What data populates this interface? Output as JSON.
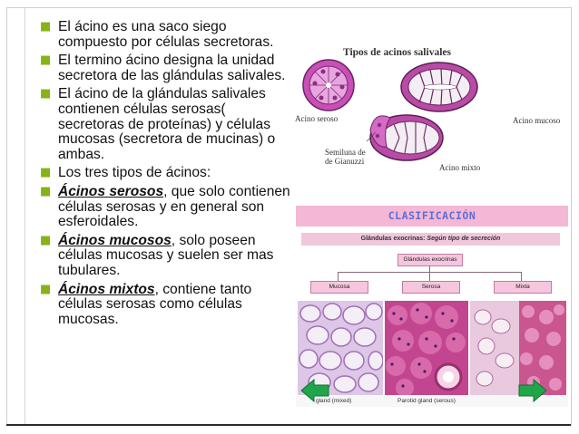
{
  "bullets": [
    {
      "segments": [
        {
          "text": "El ácino es una saco siego compuesto por células secretoras.",
          "bold": false
        }
      ]
    },
    {
      "segments": [
        {
          "text": "El termino ácino designa la unidad secretora de las glándulas salivales.",
          "bold": false
        }
      ]
    },
    {
      "segments": [
        {
          "text": "El ácino de la glándulas salivales contienen células serosas( secretoras de proteínas) y células mucosas (secretora de mucinas) o ambas.",
          "bold": false
        }
      ]
    },
    {
      "segments": [
        {
          "text": "Los tres tipos de ácinos:",
          "bold": false
        }
      ]
    },
    {
      "segments": [
        {
          "text": "Ácinos serosos",
          "bold": true
        },
        {
          "text": ", que solo contienen células serosas y en general son esferoidales.",
          "bold": false
        }
      ]
    },
    {
      "segments": [
        {
          "text": "Ácinos mucosos",
          "bold": true
        },
        {
          "text": ", solo poseen células mucosas y suelen ser mas tubulares.",
          "bold": false
        }
      ]
    },
    {
      "segments": [
        {
          "text": "Ácinos mixtos",
          "bold": true
        },
        {
          "text": ", contiene tanto células serosas como células mucosas.",
          "bold": false
        }
      ]
    }
  ],
  "bullet_icon": "square-bullet-icon",
  "accent_color": "#86b21a",
  "acini_figure": {
    "title": "Tipos de acinos salivales",
    "labels": {
      "seroso": "Acino seroso",
      "mucoso": "Acino mucoso",
      "semiluna_1": "Semiluna de",
      "semiluna_2": "de Gianuzzi",
      "mixto": "Acino mixto"
    }
  },
  "classification": {
    "header": "CLASIFICACIÓN",
    "subheader_bold": "Glándulas exocrinas:",
    "subheader_italic": "Según tipo de secreción",
    "root_box": "Glándulas exocrinas",
    "categories": [
      "Mucosa",
      "Serosa",
      "Mixta"
    ],
    "captions": {
      "left": "gland (mixed)",
      "middle": "Parotid gland (serous)"
    },
    "colors": {
      "header_bg": "#f5b7d6",
      "header_text": "#5b6fd8",
      "arrow": "#1fa64a"
    }
  }
}
